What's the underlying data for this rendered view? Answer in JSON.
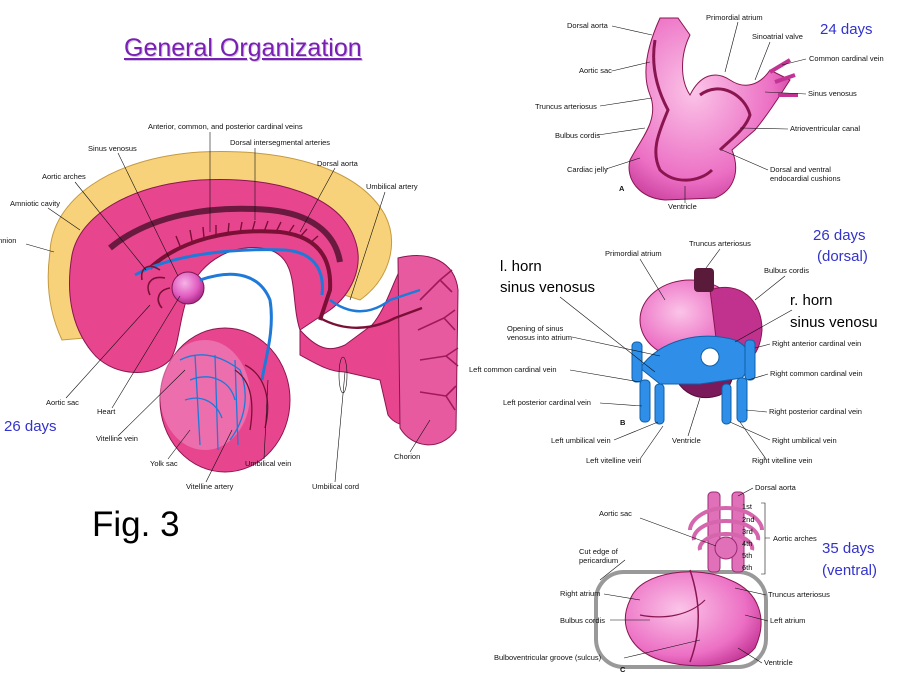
{
  "title": "General Organization",
  "figure_label": "Fig. 3",
  "colors": {
    "heading": "#7a1fb3",
    "annotation": "#3333cc",
    "embryo": "#e8458f",
    "vein": "#1e7ad8",
    "amnion": "#f7d27a"
  },
  "embryo": {
    "age": "26 days",
    "labels": {
      "cardinal_veins": "Anterior, common, and posterior cardinal veins",
      "sinus_venosus": "Sinus venosus",
      "intersegmental": "Dorsal intersegmental arteries",
      "aortic_arches": "Aortic arches",
      "dorsal_aorta": "Dorsal aorta",
      "amniotic_cavity": "Amniotic cavity",
      "umbilical_artery": "Umbilical artery",
      "amnion": "Amnion",
      "aortic_sac": "Aortic sac",
      "heart": "Heart",
      "vitelline_vein": "Vitelline vein",
      "yolk_sac": "Yolk sac",
      "umbilical_vein": "Umbilical vein",
      "chorion": "Chorion",
      "vitelline_artery": "Vitelline artery",
      "umbilical_cord": "Umbilical cord"
    }
  },
  "panel_a": {
    "age": "24 days",
    "letter": "A",
    "labels": {
      "dorsal_aorta": "Dorsal aorta",
      "primordial_atrium": "Primordial atrium",
      "sinoatrial_valve": "Sinoatrial valve",
      "common_cardinal_vein": "Common cardinal vein",
      "aortic_sac": "Aortic sac",
      "sinus_venosus": "Sinus venosus",
      "truncus_arteriosus": "Truncus arteriosus",
      "bulbus_cordis": "Bulbus cordis",
      "av_canal": "Atrioventricular canal",
      "cardiac_jelly": "Cardiac jelly",
      "cushions_1": "Dorsal and ventral",
      "cushions_2": "endocardial cushions",
      "ventricle": "Ventricle"
    }
  },
  "panel_b": {
    "age_1": "26 days",
    "age_2": "(dorsal)",
    "letter": "B",
    "l_horn_1": "l. horn",
    "l_horn_2": "sinus venosus",
    "r_horn_1": "r. horn",
    "r_horn_2": "sinus venosu",
    "labels": {
      "primordial_atrium": "Primordial atrium",
      "truncus_arteriosus": "Truncus arteriosus",
      "bulbus_cordis": "Bulbus cordis",
      "opening_1": "Opening of sinus",
      "opening_2": "venosus into atrium",
      "right_anterior_cardinal": "Right anterior cardinal vein",
      "left_common_cardinal": "Left common cardinal vein",
      "right_common_cardinal": "Right common cardinal vein",
      "left_posterior_cardinal": "Left posterior cardinal vein",
      "right_posterior_cardinal": "Right posterior cardinal vein",
      "left_umbilical": "Left umbilical vein",
      "ventricle": "Ventricle",
      "right_umbilical": "Right umbilical vein",
      "left_vitelline": "Left vitelline vein",
      "right_vitelline": "Right vitelline vein"
    }
  },
  "panel_c": {
    "age_1": "35 days",
    "age_2": "(ventral)",
    "letter": "C",
    "arches": [
      "1st",
      "2nd",
      "3rd",
      "4th",
      "5th",
      "6th"
    ],
    "labels": {
      "dorsal_aorta": "Dorsal aorta",
      "aortic_sac": "Aortic sac",
      "aortic_arches": "Aortic arches",
      "cut_edge_1": "Cut edge of",
      "cut_edge_2": "pericardium",
      "right_atrium": "Right atrium",
      "truncus_arteriosus": "Truncus arteriosus",
      "bulbus_cordis": "Bulbus cordis",
      "left_atrium": "Left atrium",
      "bv_groove": "Bulboventricular groove (sulcus)",
      "ventricle": "Ventricle"
    }
  }
}
